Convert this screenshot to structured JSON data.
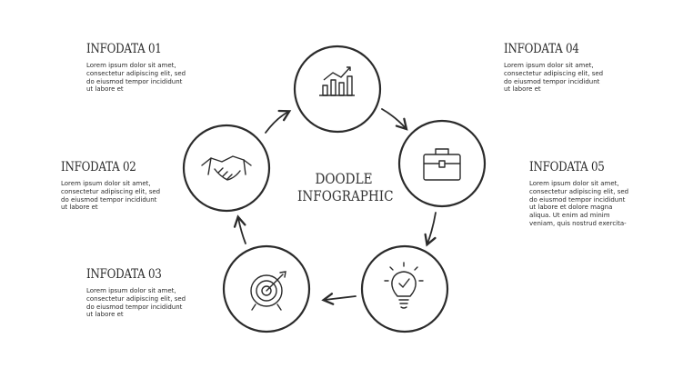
{
  "title": {
    "line1": "DOODLE",
    "line2": "INFOGRAPHIC"
  },
  "items": [
    {
      "heading": "INFODATA 01",
      "text": "Lorem ipsum dolor sit amet, consectetur adipiscing elit, sed do eiusmod tempor incididunt ut labore et",
      "icon": "handshake-icon"
    },
    {
      "heading": "INFODATA 02",
      "text": "Lorem ipsum dolor sit amet, consectetur adipiscing elit, sed do eiusmod tempor incididunt ut labore et",
      "icon": "target-icon"
    },
    {
      "heading": "INFODATA 03",
      "text": "Lorem ipsum dolor sit amet, consectetur adipiscing elit, sed do eiusmod tempor incididunt ut labore et",
      "icon": "lightbulb-icon"
    },
    {
      "heading": "INFODATA 04",
      "text": "Lorem ipsum dolor sit amet, consectetur adipiscing elit, sed do eiusmod tempor incididunt ut labore et",
      "icon": "chart-icon"
    },
    {
      "heading": "INFODATA 05",
      "text": "Lorem ipsum dolor sit amet, consectetur adipiscing elit, sed do eiusmod tempor incididunt ut labore et dolore magna aliqua. Ut enim ad minim veniam, quis nostrud exercita-",
      "icon": "briefcase-icon"
    }
  ],
  "colors": {
    "stroke": "#2b2b2b",
    "background": "#ffffff"
  }
}
